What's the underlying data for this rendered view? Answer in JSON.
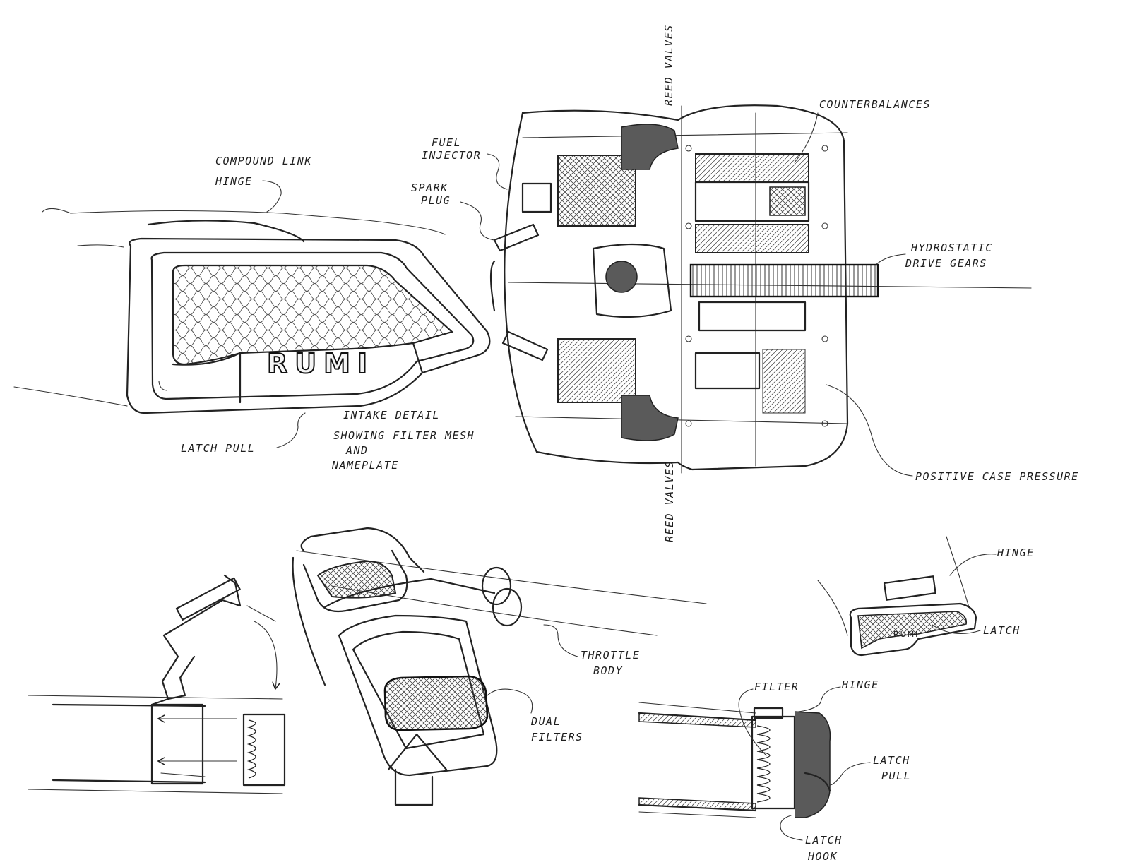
{
  "brand": {
    "nameplate": "RUMI",
    "nameplate_small": "RUMI"
  },
  "labels": {
    "compound_link": "COMPOUND LINK",
    "hinge_top": "HINGE",
    "latch_pull_main": "LATCH PULL",
    "intake_detail": "INTAKE DETAIL",
    "showing_filter_mesh": "SHOWING FILTER MESH",
    "and": "AND",
    "nameplate": "NAMEPLATE",
    "fuel_injector_1": "FUEL",
    "fuel_injector_2": "INJECTOR",
    "spark_plug_1": "SPARK",
    "spark_plug_2": "PLUG",
    "reed_valves_top": "REED VALVES",
    "counter_balances": "COUNTERBALANCES",
    "hydrostatic_1": "HYDROSTATIC",
    "hydrostatic_2": "DRIVE GEARS",
    "positive_case": "POSITIVE CASE PRESSURE",
    "reed_valves_bottom": "REED VALVES",
    "throttle_1": "THROTTLE",
    "throttle_2": "BODY",
    "dual_1": "DUAL",
    "dual_2": "FILTERS",
    "hinge_right": "HINGE",
    "latch_right": "LATCH",
    "filter_sec": "FILTER",
    "hinge_sec": "HINGE",
    "latch_pull_sec_1": "LATCH",
    "latch_pull_sec_2": "PULL",
    "latch_hook_1": "LATCH",
    "latch_hook_2": "HOOK"
  }
}
